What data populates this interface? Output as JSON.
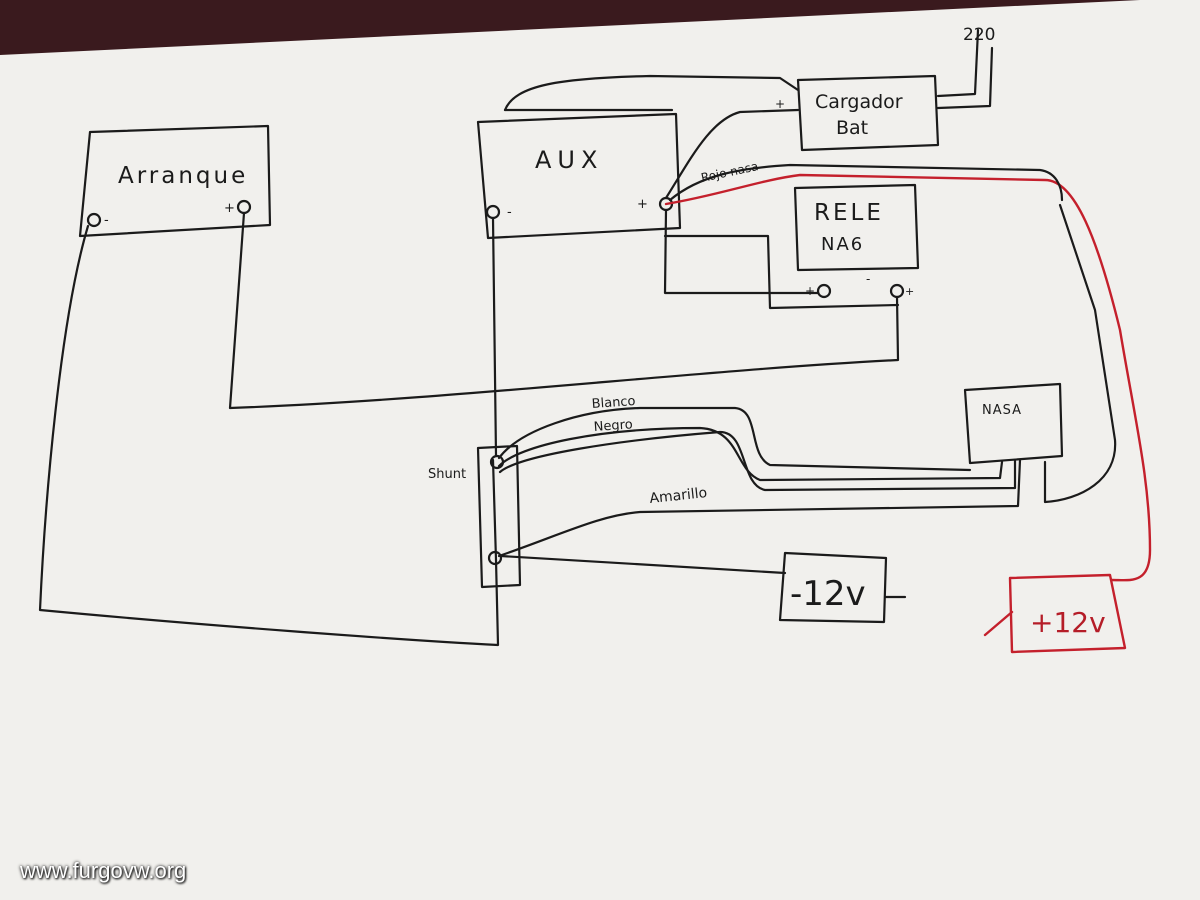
{
  "nodes": {
    "arranque": {
      "label": "Arranque",
      "neg": "-",
      "pos": "+"
    },
    "aux": {
      "label": "AUX",
      "neg": "-",
      "pos": "+"
    },
    "cargador": {
      "line1": "Cargador",
      "line2": "Bat",
      "pos": "+",
      "neg": "-"
    },
    "mains": {
      "label": "220"
    },
    "rele": {
      "line1": "RELE",
      "line2": "NA6",
      "pos": "+",
      "neg": "-",
      "out": "+"
    },
    "nasa": {
      "label": "NASA"
    },
    "shunt": {
      "label": "Shunt"
    },
    "minus12": {
      "label": "-12v"
    },
    "plus12": {
      "label": "+12v"
    }
  },
  "wires": {
    "rojo_nasa": "Rojo nasa",
    "blanco": "Blanco",
    "negro": "Negro",
    "amarillo": "Amarillo"
  },
  "colors": {
    "paper": "#f1f0ed",
    "ink": "#1b1b1b",
    "red_wire": "#c4202c"
  },
  "watermark": "www.furgovw.org"
}
